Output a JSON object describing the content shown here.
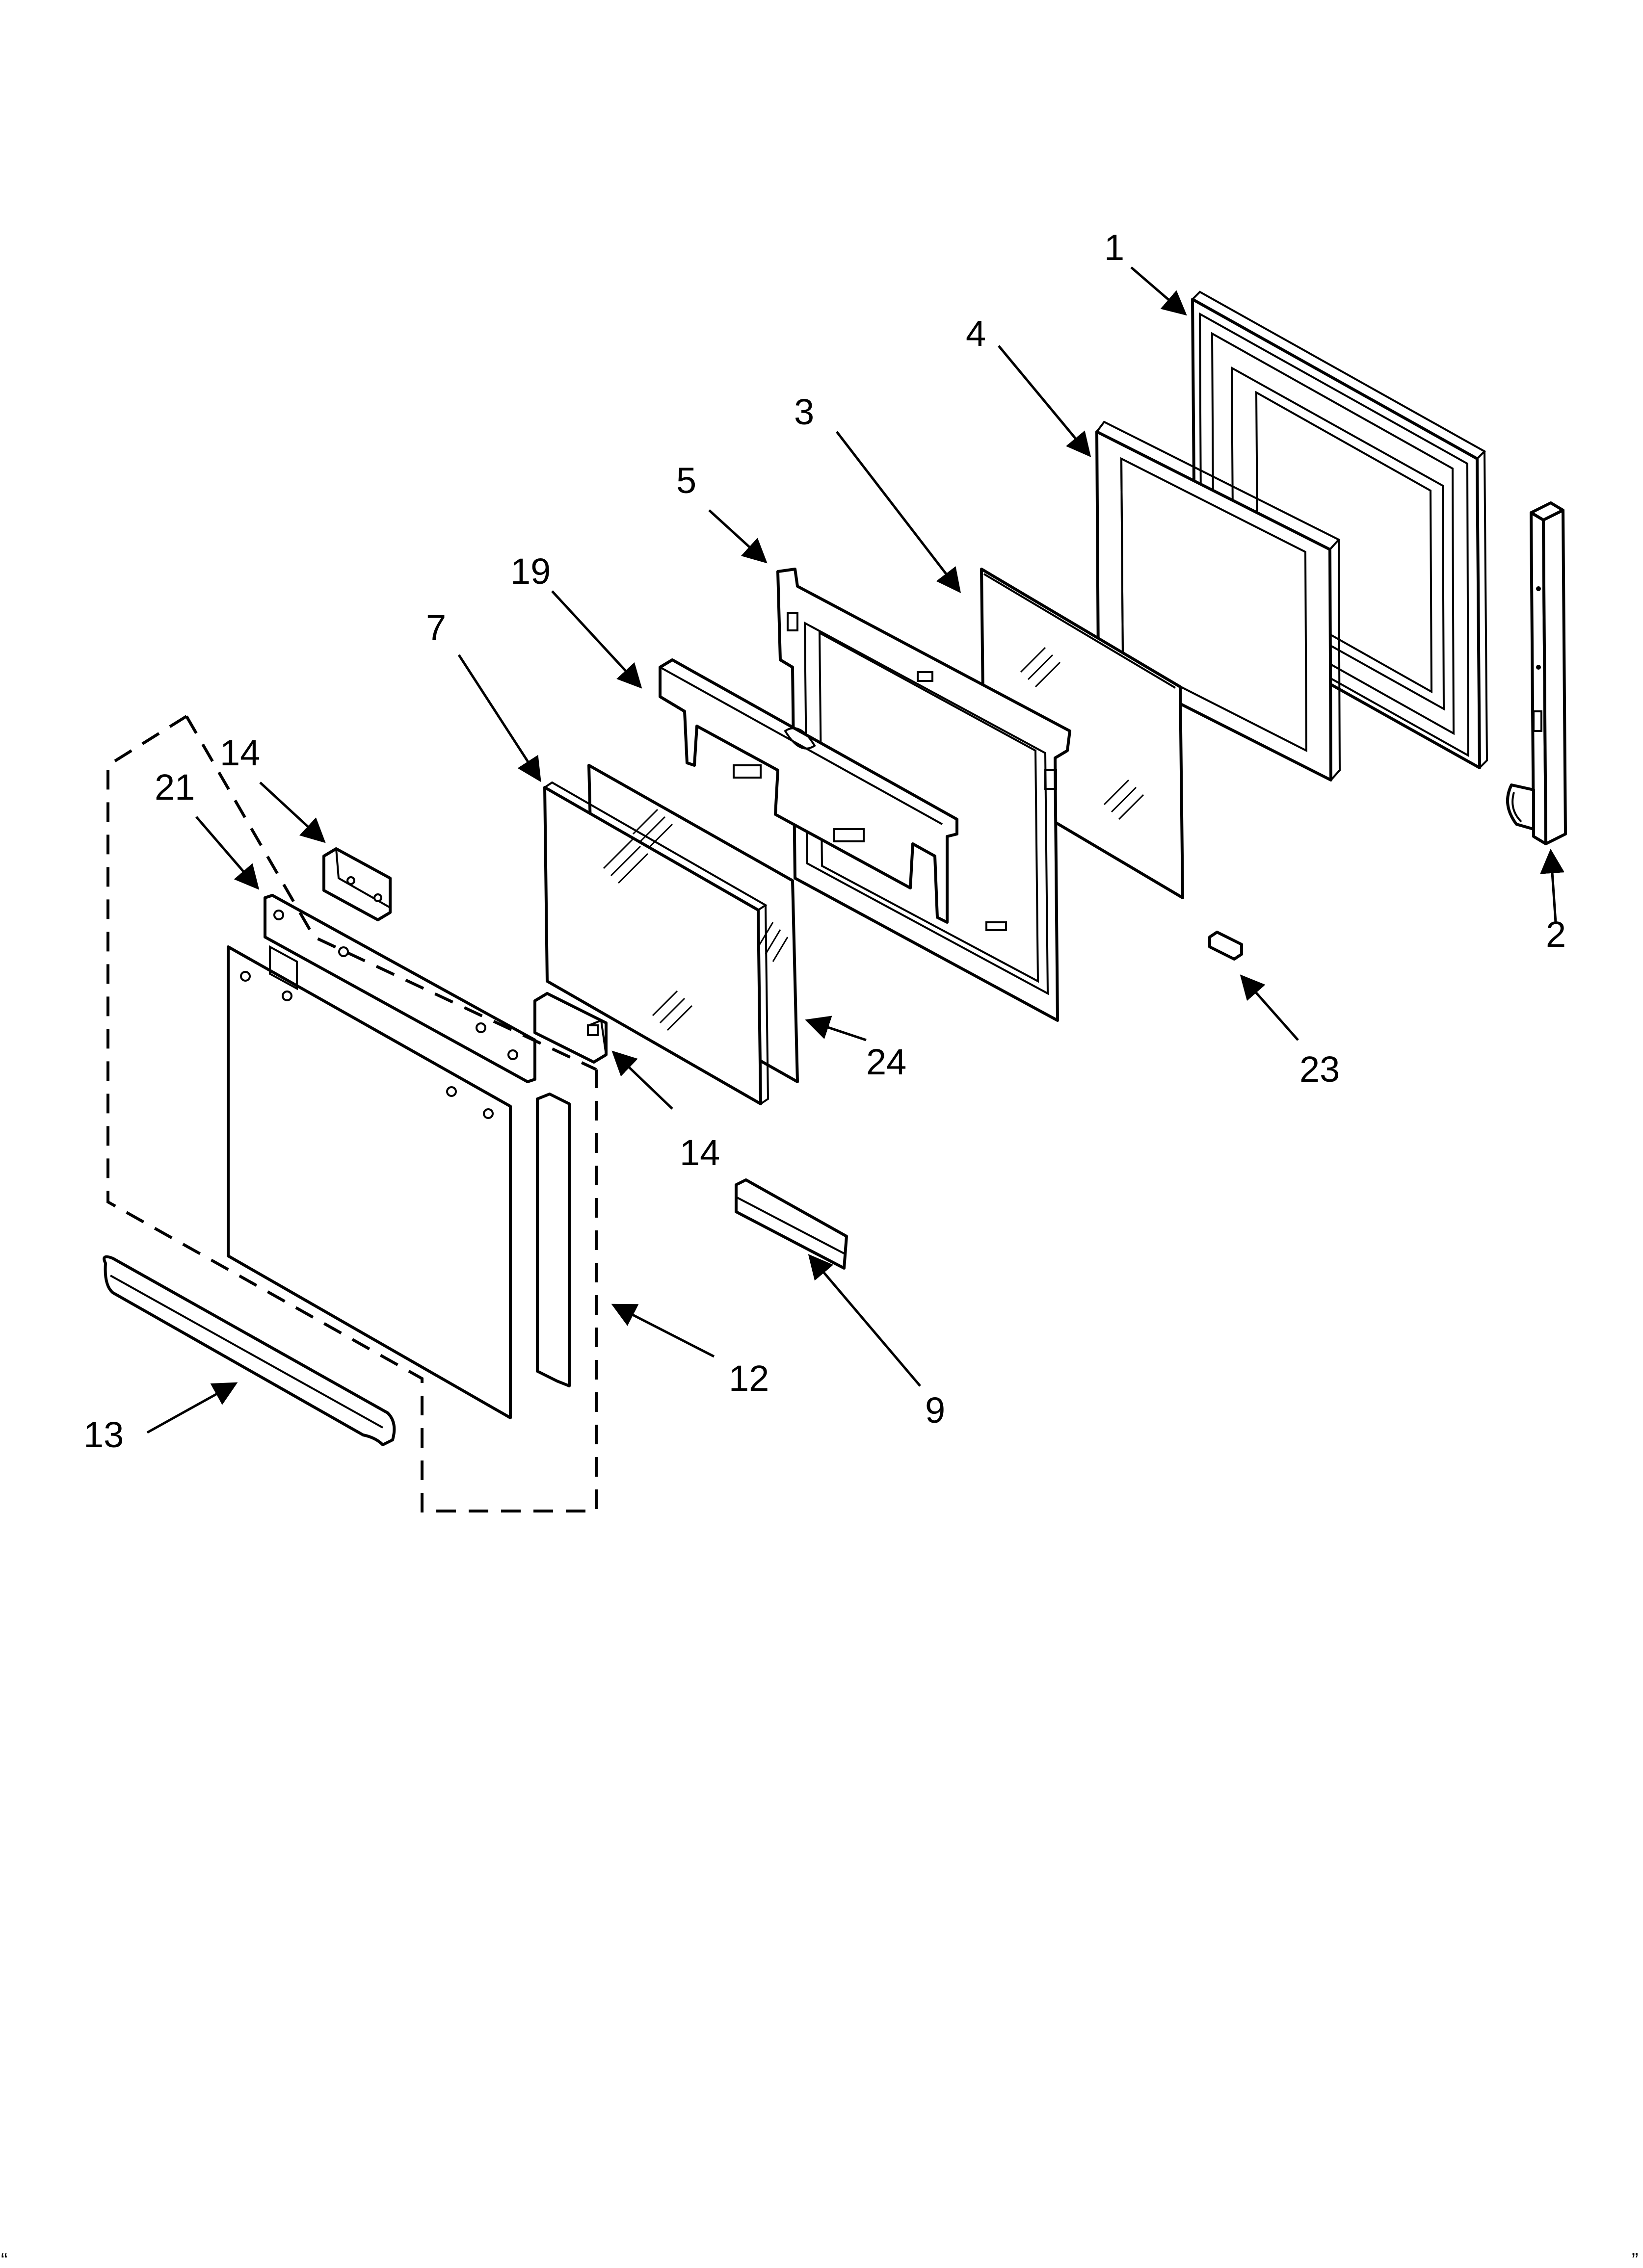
{
  "diagram": {
    "callouts": {
      "c1": "1",
      "c2": "2",
      "c3": "3",
      "c4": "4",
      "c5": "5",
      "c7": "7",
      "c9": "9",
      "c12": "12",
      "c13": "13",
      "c14a": "14",
      "c14b": "14",
      "c19": "19",
      "c21": "21",
      "c23": "23",
      "c24": "24"
    },
    "footer_marks": {
      "corner_left": "“",
      "corner_right": "”"
    }
  }
}
